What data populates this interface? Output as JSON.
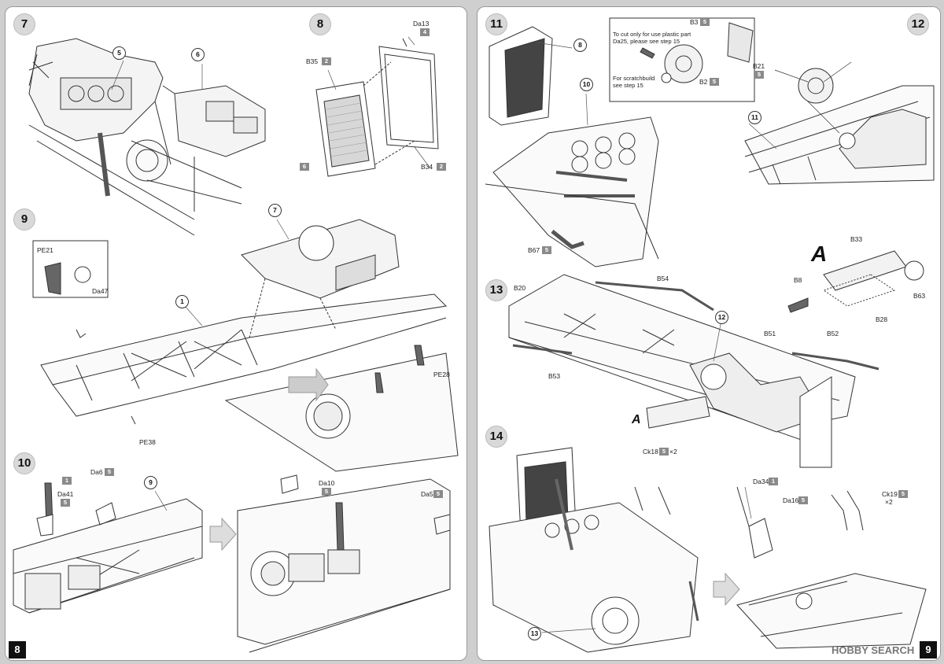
{
  "left_page": {
    "page_number": "8",
    "steps": [
      "7",
      "8",
      "9",
      "10"
    ],
    "step7": {
      "callouts": [
        "5",
        "6"
      ]
    },
    "step8": {
      "labels": {
        "da13": "Da13",
        "b35": "B35",
        "b34": "B34"
      },
      "badges": {
        "da13": "4",
        "b35": "2",
        "b34": "2",
        "side": "6"
      }
    },
    "step9": {
      "callouts": [
        "7",
        "1"
      ],
      "labels": {
        "pe21": "PE21",
        "da47": "Da47",
        "pe28": "PE28",
        "pe38": "PE38"
      }
    },
    "step10": {
      "callouts": [
        "9"
      ],
      "labels": {
        "da41": "Da41",
        "da6": "Da6",
        "da10": "Da10",
        "da5": "Da5"
      },
      "badges": {
        "lever": "1",
        "da41": "5",
        "da6": "5",
        "da10": "5",
        "da5": "5"
      }
    }
  },
  "right_page": {
    "page_number": "9",
    "steps": [
      "11",
      "12",
      "13",
      "14"
    ],
    "step11": {
      "callouts": [
        "8",
        "10"
      ],
      "labels": {
        "b67": "B67",
        "b3": "B3",
        "b2": "B2",
        "b21": "B21"
      },
      "badges": {
        "b67": "5",
        "b3": "5",
        "b2": "5",
        "b21": "5"
      },
      "note_cut": "To cut only for use plastic part Da25, please see step 15",
      "note_scratch": "For scratchbuild see step 15"
    },
    "step12": {
      "callouts": [
        "11"
      ]
    },
    "step13": {
      "callouts": [
        "12"
      ],
      "labels": {
        "b20": "B20",
        "b54": "B54",
        "b53": "B53",
        "b51": "B51",
        "b52": "B52",
        "b33": "B33",
        "b8": "B8",
        "b28": "B28",
        "b63": "B63"
      },
      "subassembly": "A"
    },
    "step14": {
      "callouts": [
        "13"
      ],
      "labels": {
        "ck18": "Ck18",
        "da34": "Da34",
        "da16": "Da16",
        "ck19": "Ck19"
      },
      "badges": {
        "ck18": "5",
        "ck18_qty": "×2",
        "da34": "1",
        "da16": "5",
        "ck19": "5",
        "ck19_qty": "×2"
      }
    },
    "watermark": "HOBBY SEARCH"
  },
  "colors": {
    "badge_gray": "#8a8a8a",
    "step_circle": "#d9d9d9",
    "page_number_box": "#111111"
  }
}
